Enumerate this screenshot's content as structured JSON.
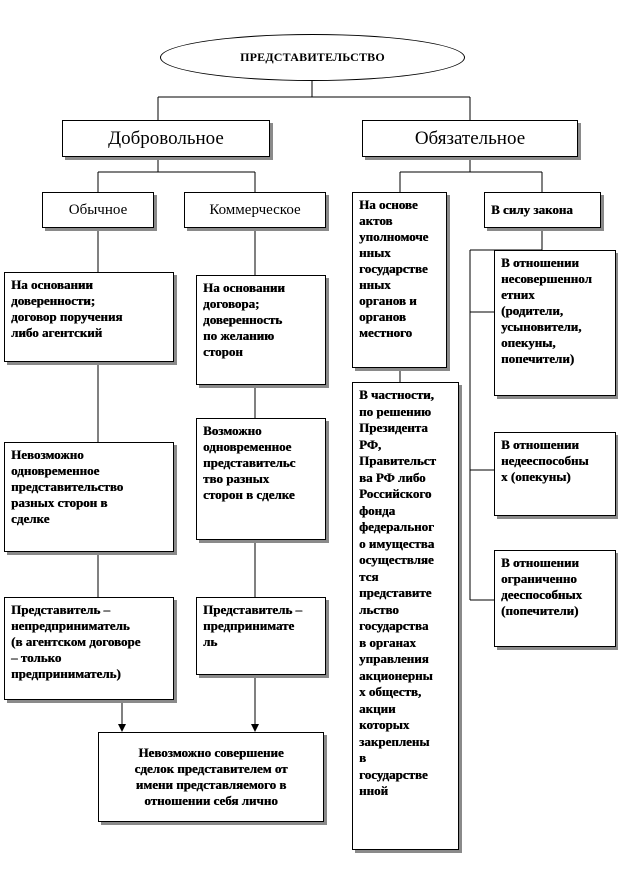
{
  "title": "ПРЕДСТАВИТЕЛЬСТВО",
  "voluntary": {
    "label": "Добровольное",
    "ordinary": {
      "label": "Обычное",
      "basis": "На основании\nдоверенности;\nдоговор поручения\nлибо агентский",
      "simultaneous": "Невозможно\nодновременное\nпредставительство\nразных          сторон          в\nсделке",
      "representative": "Представитель –\nнепредприниматель\n (в агентском договоре\n– только\nпредприниматель)"
    },
    "commercial": {
      "label": "Коммерческое",
      "basis": "На основании\nдоговора;\nдоверенность\nпо желанию\nсторон",
      "simultaneous": "Возможно\n одновременное\nпредставительс\nтво разных\nсторон в сделке",
      "representative": "Представитель –\nпредпринимате\nль"
    },
    "common": "Невозможно совершение\nсделок представителем от\nимени представляемого в\nотношении себя лично"
  },
  "mandatory": {
    "label": "Обязательное",
    "acts": {
      "basis": "На основе\nактов\nуполномоче\nнных\nгосударстве\nнных\nорганов и\nорганов\nместного",
      "particular": "В частности,\nпо решению\nПрезидента\nРФ,\nПравительст\nва РФ либо\nРоссийского\nфонда\nфедеральног\nо имущества\nосуществляе\nтся\nпредставите\nльство\nгосударства\nв органах\nуправления\nакционерны\nх обществ,\nакции\nкоторых\nзакреплены\nв\nгосударстве\nнной"
    },
    "law": {
      "label": "В силу закона",
      "minors": "В отношении\nнесовершеннол\nетних\n(родители,\nусыновители,\nопекуны,\nпопечители)",
      "incapable": "В отношении\nнедееспособны\nх (опекуны)",
      "limited": "В отношении\nограниченно\nдееспособных\n(попечители)"
    }
  }
}
